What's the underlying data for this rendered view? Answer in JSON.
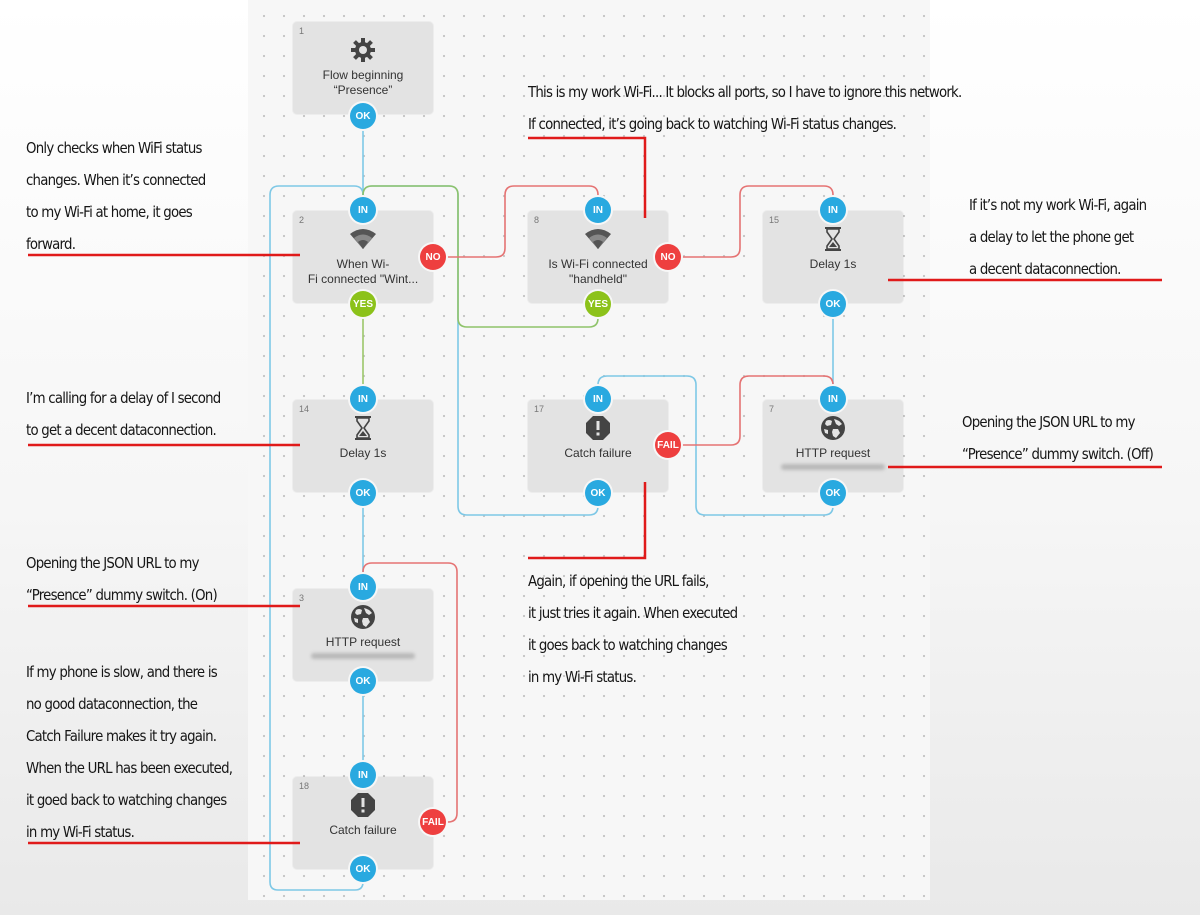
{
  "nodes": [
    {
      "id": "n1",
      "num": "1",
      "label": "Flow beginning\n“Presence”",
      "icon": "gear-icon"
    },
    {
      "id": "n2",
      "num": "2",
      "label": "When Wi-\nFi connected \"Wint...",
      "icon": "wifi-icon"
    },
    {
      "id": "n8",
      "num": "8",
      "label": "Is Wi-Fi connected\n\"handheld\"",
      "icon": "wifi-icon"
    },
    {
      "id": "n15",
      "num": "15",
      "label": "Delay 1s",
      "icon": "hourglass-icon"
    },
    {
      "id": "n14",
      "num": "14",
      "label": "Delay 1s",
      "icon": "hourglass-icon"
    },
    {
      "id": "n17",
      "num": "17",
      "label": "Catch failure",
      "icon": "alert-icon"
    },
    {
      "id": "n7",
      "num": "7",
      "label": "HTTP request",
      "icon": "globe-icon"
    },
    {
      "id": "n3",
      "num": "3",
      "label": "HTTP request",
      "icon": "globe-icon"
    },
    {
      "id": "n18",
      "num": "18",
      "label": "Catch failure",
      "icon": "alert-icon"
    }
  ],
  "ports": {
    "in": "IN",
    "ok": "OK",
    "yes": "YES",
    "no": "NO",
    "fail": "FAIL"
  },
  "notes": [
    "Only checks when WiFi status\nchanges. When it’s connected\nto my Wi-Fi at home, it goes\nforward.",
    "I’m calling for a delay of I second\nto get a decent dataconnection.",
    "Opening the JSON URL to my\n“Presence” dummy switch. (On)",
    "If my phone is slow, and there is\nno good dataconnection, the\nCatch Failure makes it try again.\nWhen the URL has been executed,\nit goed back to watching changes\nin my Wi-Fi status.",
    "This is my work Wi-Fi... It blocks all ports, so I have to ignore this network.\nIf connected, it’s going back to watching Wi-Fi status changes.",
    "If it’s not my work Wi-Fi, again\na delay to let the phone get\na decent dataconnection.",
    "Opening the JSON URL to my\n“Presence” dummy switch. (Off)",
    "Again, if opening the URL fails,\nit just tries it again. When executed\nit goes back to watching changes\nin my Wi-Fi status."
  ],
  "colors": {
    "blue": "#29a9e0",
    "green": "#8cc21a",
    "red": "#ee3f3f",
    "wire_blue": "#7ec8e6",
    "wire_green": "#8fc36a",
    "wire_red": "#e57373",
    "callout": "#e01a1a"
  }
}
